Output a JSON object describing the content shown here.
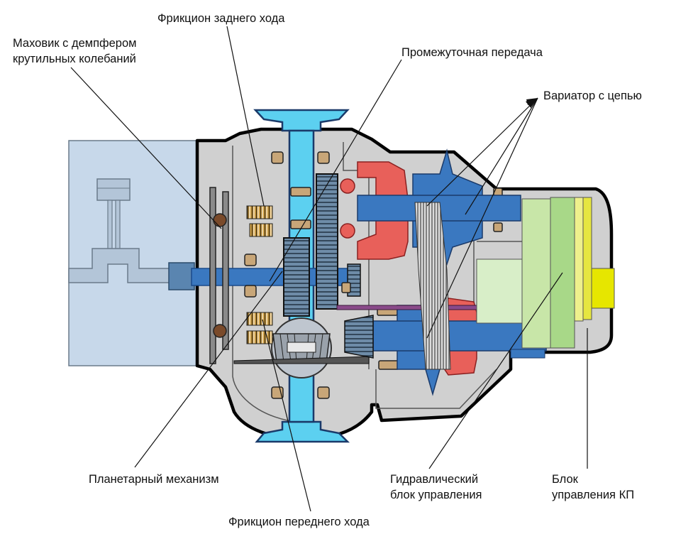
{
  "labels": {
    "reverse_clutch": "Фрикцион заднего хода",
    "flywheel_line1": "Маховик с демпфером",
    "flywheel_line2": "крутильных колебаний",
    "intermediate_gear": "Промежуточная передача",
    "variator": "Вариатор с цепью",
    "planetary": "Планетарный механизм",
    "hydraulic_line1": "Гидравлический",
    "hydraulic_line2": "блок управления",
    "control_line1": "Блок",
    "control_line2": "управления КП",
    "forward_clutch": "Фрикцион переднего хода"
  },
  "colors": {
    "engine": "#c7d8ea",
    "housing": "#d0d0d0",
    "shaft": "#3a78c0",
    "axle": "#5cd0f0",
    "pulley_red": "#e8605a",
    "controller_green": "#a8d888",
    "controller_yellow": "#e6e600",
    "bearing_brown": "#c8a678",
    "damper_brown": "#7a4a2a",
    "outline": "#000000"
  }
}
